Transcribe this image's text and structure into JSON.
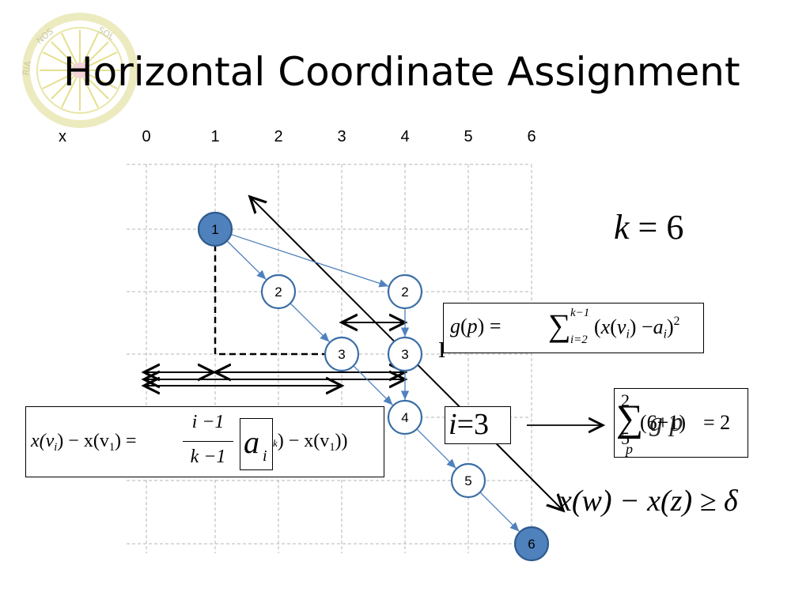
{
  "title": "Horizontal Coordinate Assignment",
  "axis": {
    "var_label": "x",
    "ticks": [
      "0",
      "1",
      "2",
      "3",
      "4",
      "5",
      "6"
    ]
  },
  "nodes": [
    {
      "id": "n1",
      "label": "1",
      "col": 1,
      "row": 1,
      "filled": true
    },
    {
      "id": "n2a",
      "label": "2",
      "col": 2,
      "row": 2,
      "filled": false
    },
    {
      "id": "n2b",
      "label": "2",
      "col": 4,
      "row": 2,
      "filled": false
    },
    {
      "id": "n3a",
      "label": "3",
      "col": 3,
      "row": 3,
      "filled": false
    },
    {
      "id": "n3b",
      "label": "3",
      "col": 4,
      "row": 3,
      "filled": false
    },
    {
      "id": "n4",
      "label": "4",
      "col": 4,
      "row": 4,
      "filled": false
    },
    {
      "id": "n5",
      "label": "5",
      "col": 5,
      "row": 5,
      "filled": false
    },
    {
      "id": "n6",
      "label": "6",
      "col": 6,
      "row": 6,
      "filled": true
    }
  ],
  "edges": [
    [
      "n1",
      "n2a"
    ],
    [
      "n1",
      "n2b"
    ],
    [
      "n2a",
      "n3a"
    ],
    [
      "n2b",
      "n3b"
    ],
    [
      "n3a",
      "n4"
    ],
    [
      "n3b",
      "n4"
    ],
    [
      "n4",
      "n5"
    ],
    [
      "n5",
      "n6"
    ]
  ],
  "colors": {
    "node_fill": "#4f81bd",
    "node_stroke": "#2e5a8c",
    "edge": "#4f81bd",
    "grid": "#b4b4b4",
    "node_open_stroke": "#3a6ea5"
  },
  "formulas": {
    "k": {
      "lhs": "k",
      "op": "=",
      "rhs": "6"
    },
    "g": {
      "fn": "g",
      "arg": "p",
      "sum": "∑",
      "upper": "k−1",
      "lower": "i=2",
      "body_x": "x",
      "body_v": "v",
      "body_i": "i",
      "minus": "−",
      "body_a": "a",
      "power": "2"
    },
    "i": {
      "lhs": "i",
      "op": "=",
      "rhs": "3"
    },
    "sum_box": {
      "sum": "∑",
      "upper": "2",
      "lower": "5",
      "sub": "p",
      "text": "(6+1)",
      "overlay": "g p",
      "eq": "= 2"
    },
    "xv": {
      "lhs": "x(v",
      "lhs_sub": "i",
      "mid": ") − x(v",
      "mid_sub": "1",
      "eq": ") =",
      "num": "i −1",
      "den": "k −1",
      "a": "a",
      "a_sub": "i",
      "tail": ") − x(v",
      "tail_sub": "1",
      "tail_close": "))",
      "k_sub": "k"
    },
    "delta": {
      "text": "x(w) − x(z) ≥ δ"
    },
    "cut_label": "I"
  }
}
